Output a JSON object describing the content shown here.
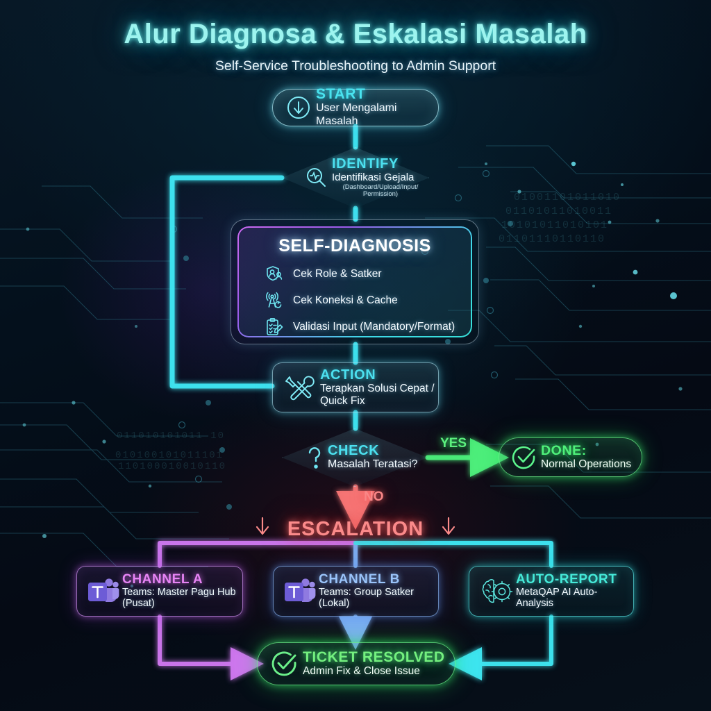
{
  "header": {
    "title": "Alur Diagnosa & Eskalasi Masalah",
    "subtitle": "Self-Service Troubleshooting to Admin Support"
  },
  "nodes": {
    "start": {
      "heading": "START",
      "subtext": "User Mengalami Masalah",
      "icon": "arrow-down-circle-icon",
      "color": "#49e3ef"
    },
    "identify": {
      "heading": "IDENTIFY",
      "subtext": "Identifikasi Gejala",
      "detail": "(Dashboard/Upload/Input/ Permission)",
      "icon": "magnifier-pulse-icon",
      "color": "#4ce0ef"
    },
    "self_diagnosis": {
      "title": "SELF-DIAGNOSIS",
      "items": [
        {
          "label": "Cek Role & Satker",
          "icon": "shield-users-icon"
        },
        {
          "label": "Cek Koneksi & Cache",
          "icon": "antenna-refresh-icon"
        },
        {
          "label": "Validasi Input (Mandatory/Format)",
          "icon": "clipboard-pencil-icon"
        }
      ],
      "border_from": "#cd6af0",
      "border_to": "#36e0d8"
    },
    "action": {
      "heading": "ACTION",
      "subtext": "Terapkan Solusi Cepat / Quick Fix",
      "icon": "wrench-screwdriver-icon",
      "color": "#4ce0ef"
    },
    "check": {
      "heading": "CHECK",
      "subtext": "Masalah Teratasi?",
      "icon": "question-mark-icon",
      "color": "#4ce0ef"
    },
    "done": {
      "heading": "DONE:",
      "subtext": "Normal Operations",
      "icon": "check-circle-icon",
      "color": "#4ff07a"
    },
    "escalation": {
      "label": "ESCALATION",
      "color": "#fb8a8a"
    },
    "channel_a": {
      "heading": "CHANNEL A",
      "subtext": "Teams: Master Pagu Hub (Pusat)",
      "icon": "ms-teams-icon",
      "color": "#e784f5"
    },
    "channel_b": {
      "heading": "CHANNEL B",
      "subtext": "Teams: Group Satker (Lokal)",
      "icon": "ms-teams-icon",
      "color": "#9ac4fa"
    },
    "auto_report": {
      "heading": "AUTO-REPORT",
      "subtext": "MetaQAP AI Auto-Analysis",
      "icon": "brain-gear-icon",
      "color": "#45ead9"
    },
    "ticket_resolved": {
      "heading": "TICKET RESOLVED",
      "subtext": "Admin Fix & Close Issue",
      "icon": "check-circle-icon",
      "color": "#74f07f"
    }
  },
  "edge_labels": {
    "yes": "YES",
    "no": "NO"
  },
  "background": {
    "binary_rows": [
      "01001101011010",
      "01101011010011",
      "10101011010101",
      "01101110110110",
      "011010101011 10",
      "010100101011101",
      "110100010010110"
    ]
  }
}
